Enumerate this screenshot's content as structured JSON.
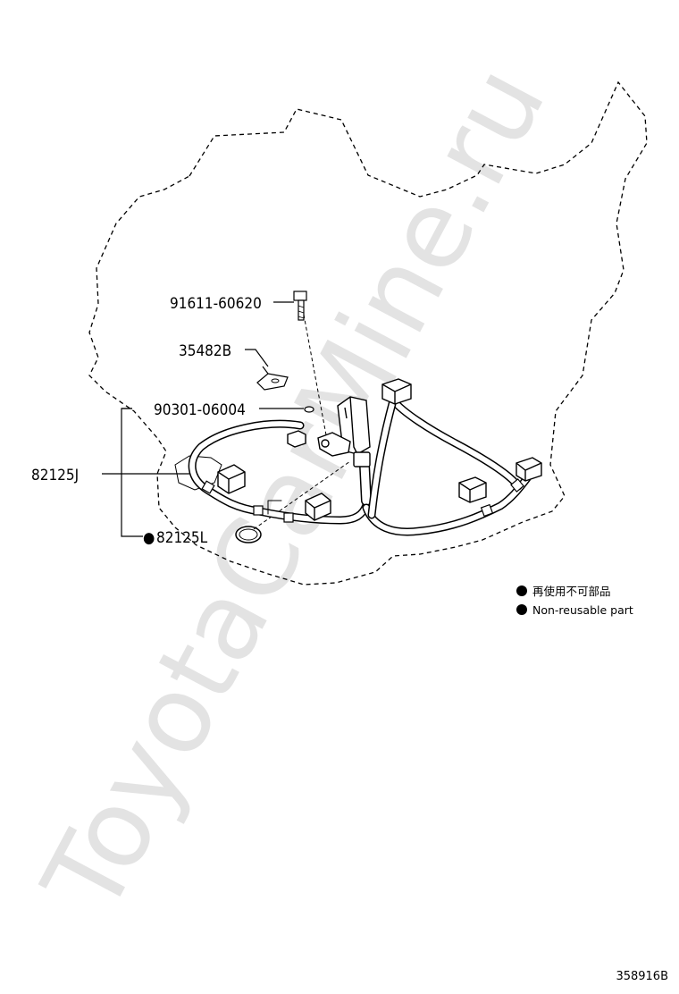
{
  "watermark": "ToyotaCarMine.ru",
  "parts": {
    "bolt": "91611-60620",
    "clamp": "35482B",
    "gasket": "90301-06004",
    "harness": "82125J",
    "o_ring": "82125L"
  },
  "non_reusable_marker": "●",
  "legend": {
    "japanese": "再使用不可部品",
    "english": "Non-reusable part"
  },
  "figure_number": "358916B"
}
